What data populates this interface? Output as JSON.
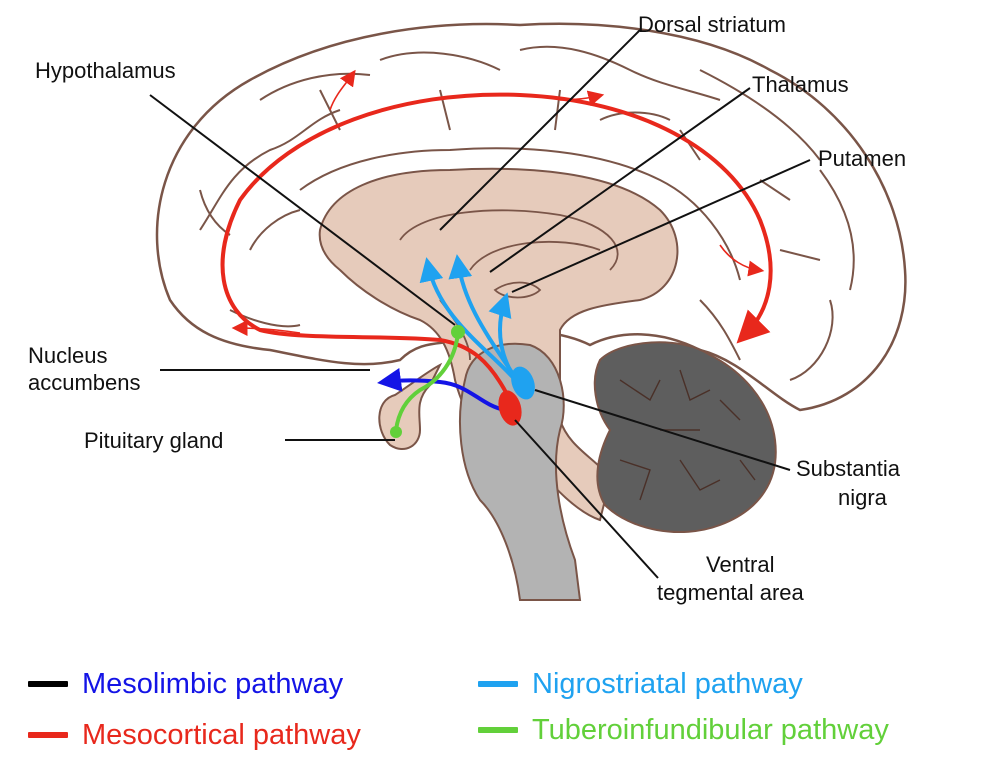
{
  "labels": {
    "hypothalamus": "Hypothalamus",
    "dorsal_striatum": "Dorsal striatum",
    "thalamus": "Thalamus",
    "putamen": "Putamen",
    "nucleus_accumbens_line1": "Nucleus",
    "nucleus_accumbens_line2": "accumbens",
    "pituitary_gland": "Pituitary gland",
    "substantia_nigra_line1": "Substantia",
    "substantia_nigra_line2": "nigra",
    "vta_line1": "Ventral",
    "vta_line2": "tegmental area"
  },
  "legend": [
    {
      "label": "Mesolimbic pathway",
      "swatch_color": "#000000",
      "text_color": "#1414e6"
    },
    {
      "label": "Mesocortical pathway",
      "swatch_color": "#e8281c",
      "text_color": "#e8281c"
    },
    {
      "label": "Nigrostriatal pathway",
      "swatch_color": "#1fa2f0",
      "text_color": "#1fa2f0"
    },
    {
      "label": "Tuberoinfundibular pathway",
      "swatch_color": "#62d03a",
      "text_color": "#62d03a"
    }
  ],
  "colors": {
    "brain_outline": "#7a5548",
    "deep_tissue": "#e6cbbb",
    "brainstem": "#b3b3b3",
    "cerebellum": "#5e5e5e",
    "mesolimbic": "#1414e6",
    "mesocortical": "#e8281c",
    "nigrostriatal": "#1fa2f0",
    "tuberoinfundibular": "#62d03a",
    "leader_line": "#111111"
  }
}
